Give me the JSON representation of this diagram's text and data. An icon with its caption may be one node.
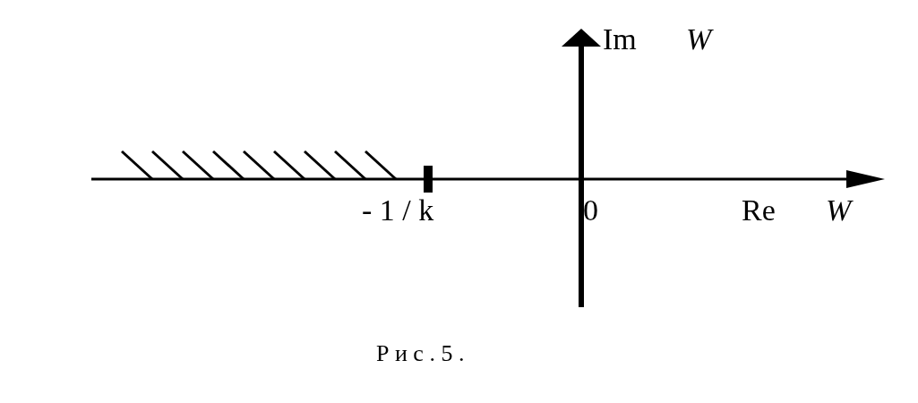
{
  "diagram": {
    "caption": "Р и с . 5 .",
    "labels": [
      "Im",
      "W",
      "- 1 / k",
      "0",
      "Re",
      "W"
    ]
  }
}
